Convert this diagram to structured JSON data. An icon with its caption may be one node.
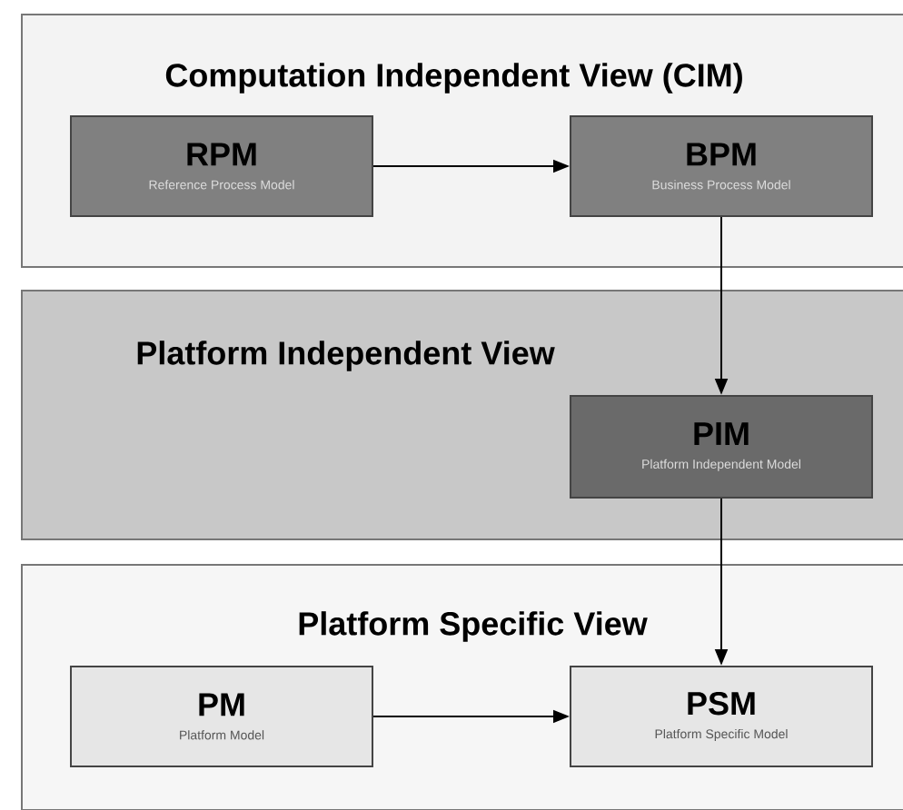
{
  "diagram": {
    "nodes": [
      {
        "text": [
          "Computation Independent View (CIM)"
        ]
      },
      {
        "text": [
          "RPM",
          "Reference Process Model"
        ],
        "in": 0
      },
      {
        "text": [
          "BPM",
          "Business Process Model"
        ],
        "in": 0
      },
      {
        "text": [
          "Platform Independent View"
        ]
      },
      {
        "text": [
          "PIM",
          "Platform Independent Model"
        ],
        "in": 3
      },
      {
        "text": [
          "Platform Specific View"
        ]
      },
      {
        "text": [
          "PM",
          "Platform Model"
        ],
        "in": 5
      },
      {
        "text": [
          "PSM",
          "Platform Specific Model"
        ],
        "in": 5
      }
    ],
    "edges": [
      {
        "from": 1,
        "to": 2,
        "arrow": "to"
      },
      {
        "from": 2,
        "to": 4,
        "arrow": "to"
      },
      {
        "from": 4,
        "to": 7,
        "arrow": "to"
      },
      {
        "from": 6,
        "to": 7,
        "arrow": "to"
      }
    ]
  }
}
